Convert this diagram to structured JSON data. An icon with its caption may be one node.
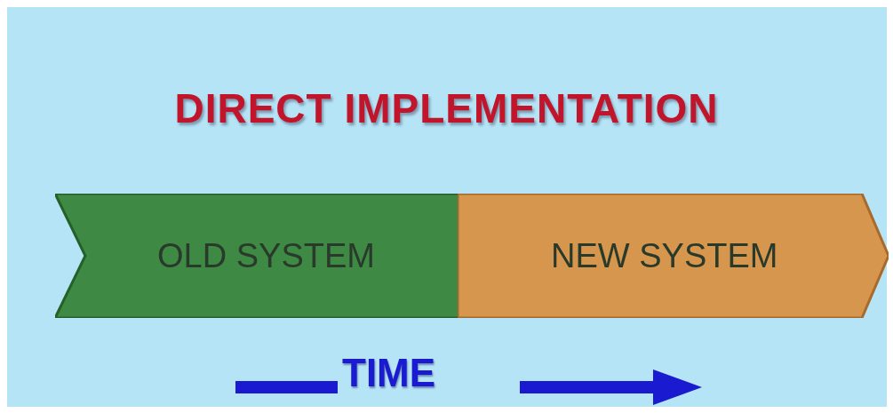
{
  "diagram": {
    "title": "DIRECT IMPLEMENTATION",
    "nodes": [
      {
        "text": [
          "OLD SYSTEM"
        ]
      },
      {
        "text": [
          "NEW SYSTEM"
        ]
      }
    ],
    "edges": [],
    "labels": [
      "TIME"
    ]
  }
}
